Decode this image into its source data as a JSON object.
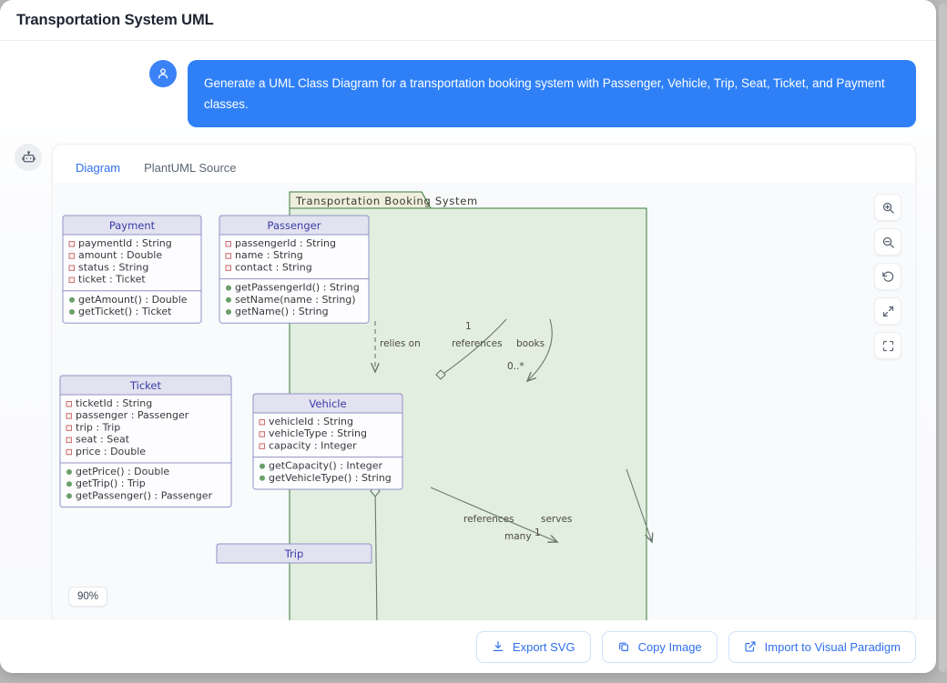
{
  "window": {
    "title": "Transportation System UML"
  },
  "chat": {
    "user_avatar_icon": "user-icon",
    "bot_avatar_icon": "robot-icon",
    "user_message": "Generate a UML Class Diagram for a transportation booking system with Passenger, Vehicle, Trip, Seat, Ticket, and Payment classes."
  },
  "tabs": [
    {
      "label": "Diagram",
      "active": true
    },
    {
      "label": "PlantUML Source",
      "active": false
    }
  ],
  "viewer": {
    "zoom_level": "90%",
    "tools": [
      {
        "name": "zoom-in-icon",
        "title": "Zoom in"
      },
      {
        "name": "zoom-out-icon",
        "title": "Zoom out"
      },
      {
        "name": "reset-icon",
        "title": "Reset"
      },
      {
        "name": "fit-screen-icon",
        "title": "Fit to screen"
      },
      {
        "name": "fullscreen-icon",
        "title": "Fullscreen"
      }
    ]
  },
  "footer": {
    "buttons": [
      {
        "label": "Export SVG",
        "icon": "download-icon"
      },
      {
        "label": "Copy Image",
        "icon": "copy-icon"
      },
      {
        "label": "Import to Visual Paradigm",
        "icon": "external-link-icon"
      }
    ]
  },
  "diagram": {
    "package_title": "Transportation Booking System",
    "classes": [
      {
        "name": "Payment",
        "attributes": [
          "paymentId : String",
          "amount : Double",
          "status : String",
          "ticket : Ticket"
        ],
        "methods": [
          "getAmount() : Double",
          "getTicket() : Ticket"
        ]
      },
      {
        "name": "Passenger",
        "attributes": [
          "passengerId : String",
          "name : String",
          "contact : String"
        ],
        "methods": [
          "getPassengerId() : String",
          "setName(name : String)",
          "getName() : String"
        ]
      },
      {
        "name": "Ticket",
        "attributes": [
          "ticketId : String",
          "passenger : Passenger",
          "trip : Trip",
          "seat : Seat",
          "price : Double"
        ],
        "methods": [
          "getPrice() : Double",
          "getTrip() : Trip",
          "getPassenger() : Passenger"
        ]
      },
      {
        "name": "Vehicle",
        "attributes": [
          "vehicleId : String",
          "vehicleType : String",
          "capacity : Integer"
        ],
        "methods": [
          "getCapacity() : Integer",
          "getVehicleType() : String"
        ]
      },
      {
        "name": "Trip",
        "attributes": [],
        "methods": []
      }
    ],
    "relationships": [
      {
        "from": "Payment",
        "to": "Ticket",
        "label": "relies on",
        "multiplicity": "",
        "style": "dashed"
      },
      {
        "from": "Passenger",
        "to": "Ticket",
        "label": "references",
        "multiplicity": "1",
        "style": "aggregation"
      },
      {
        "from": "Passenger",
        "to": "Ticket",
        "label": "books",
        "multiplicity": "0..*",
        "style": "solid"
      },
      {
        "from": "Ticket",
        "to": "Trip",
        "label": "references",
        "multiplicity": "1",
        "style": "solid"
      },
      {
        "from": "Vehicle",
        "to": "Trip",
        "label": "serves",
        "multiplicity": "many",
        "style": "solid"
      }
    ],
    "colors": {
      "package_fill": "#E2EEE0",
      "package_header": "#EEEEDD",
      "package_border": "#3A7A3A",
      "class_header": "#E2E2F0",
      "class_body": "#FDFDFF",
      "class_border": "#9292C8",
      "class_title": "#3A3AA8",
      "attr_marker": "#C87070",
      "method_marker": "#69A069",
      "text": "#38383C",
      "link": "#6A7A6A"
    }
  }
}
